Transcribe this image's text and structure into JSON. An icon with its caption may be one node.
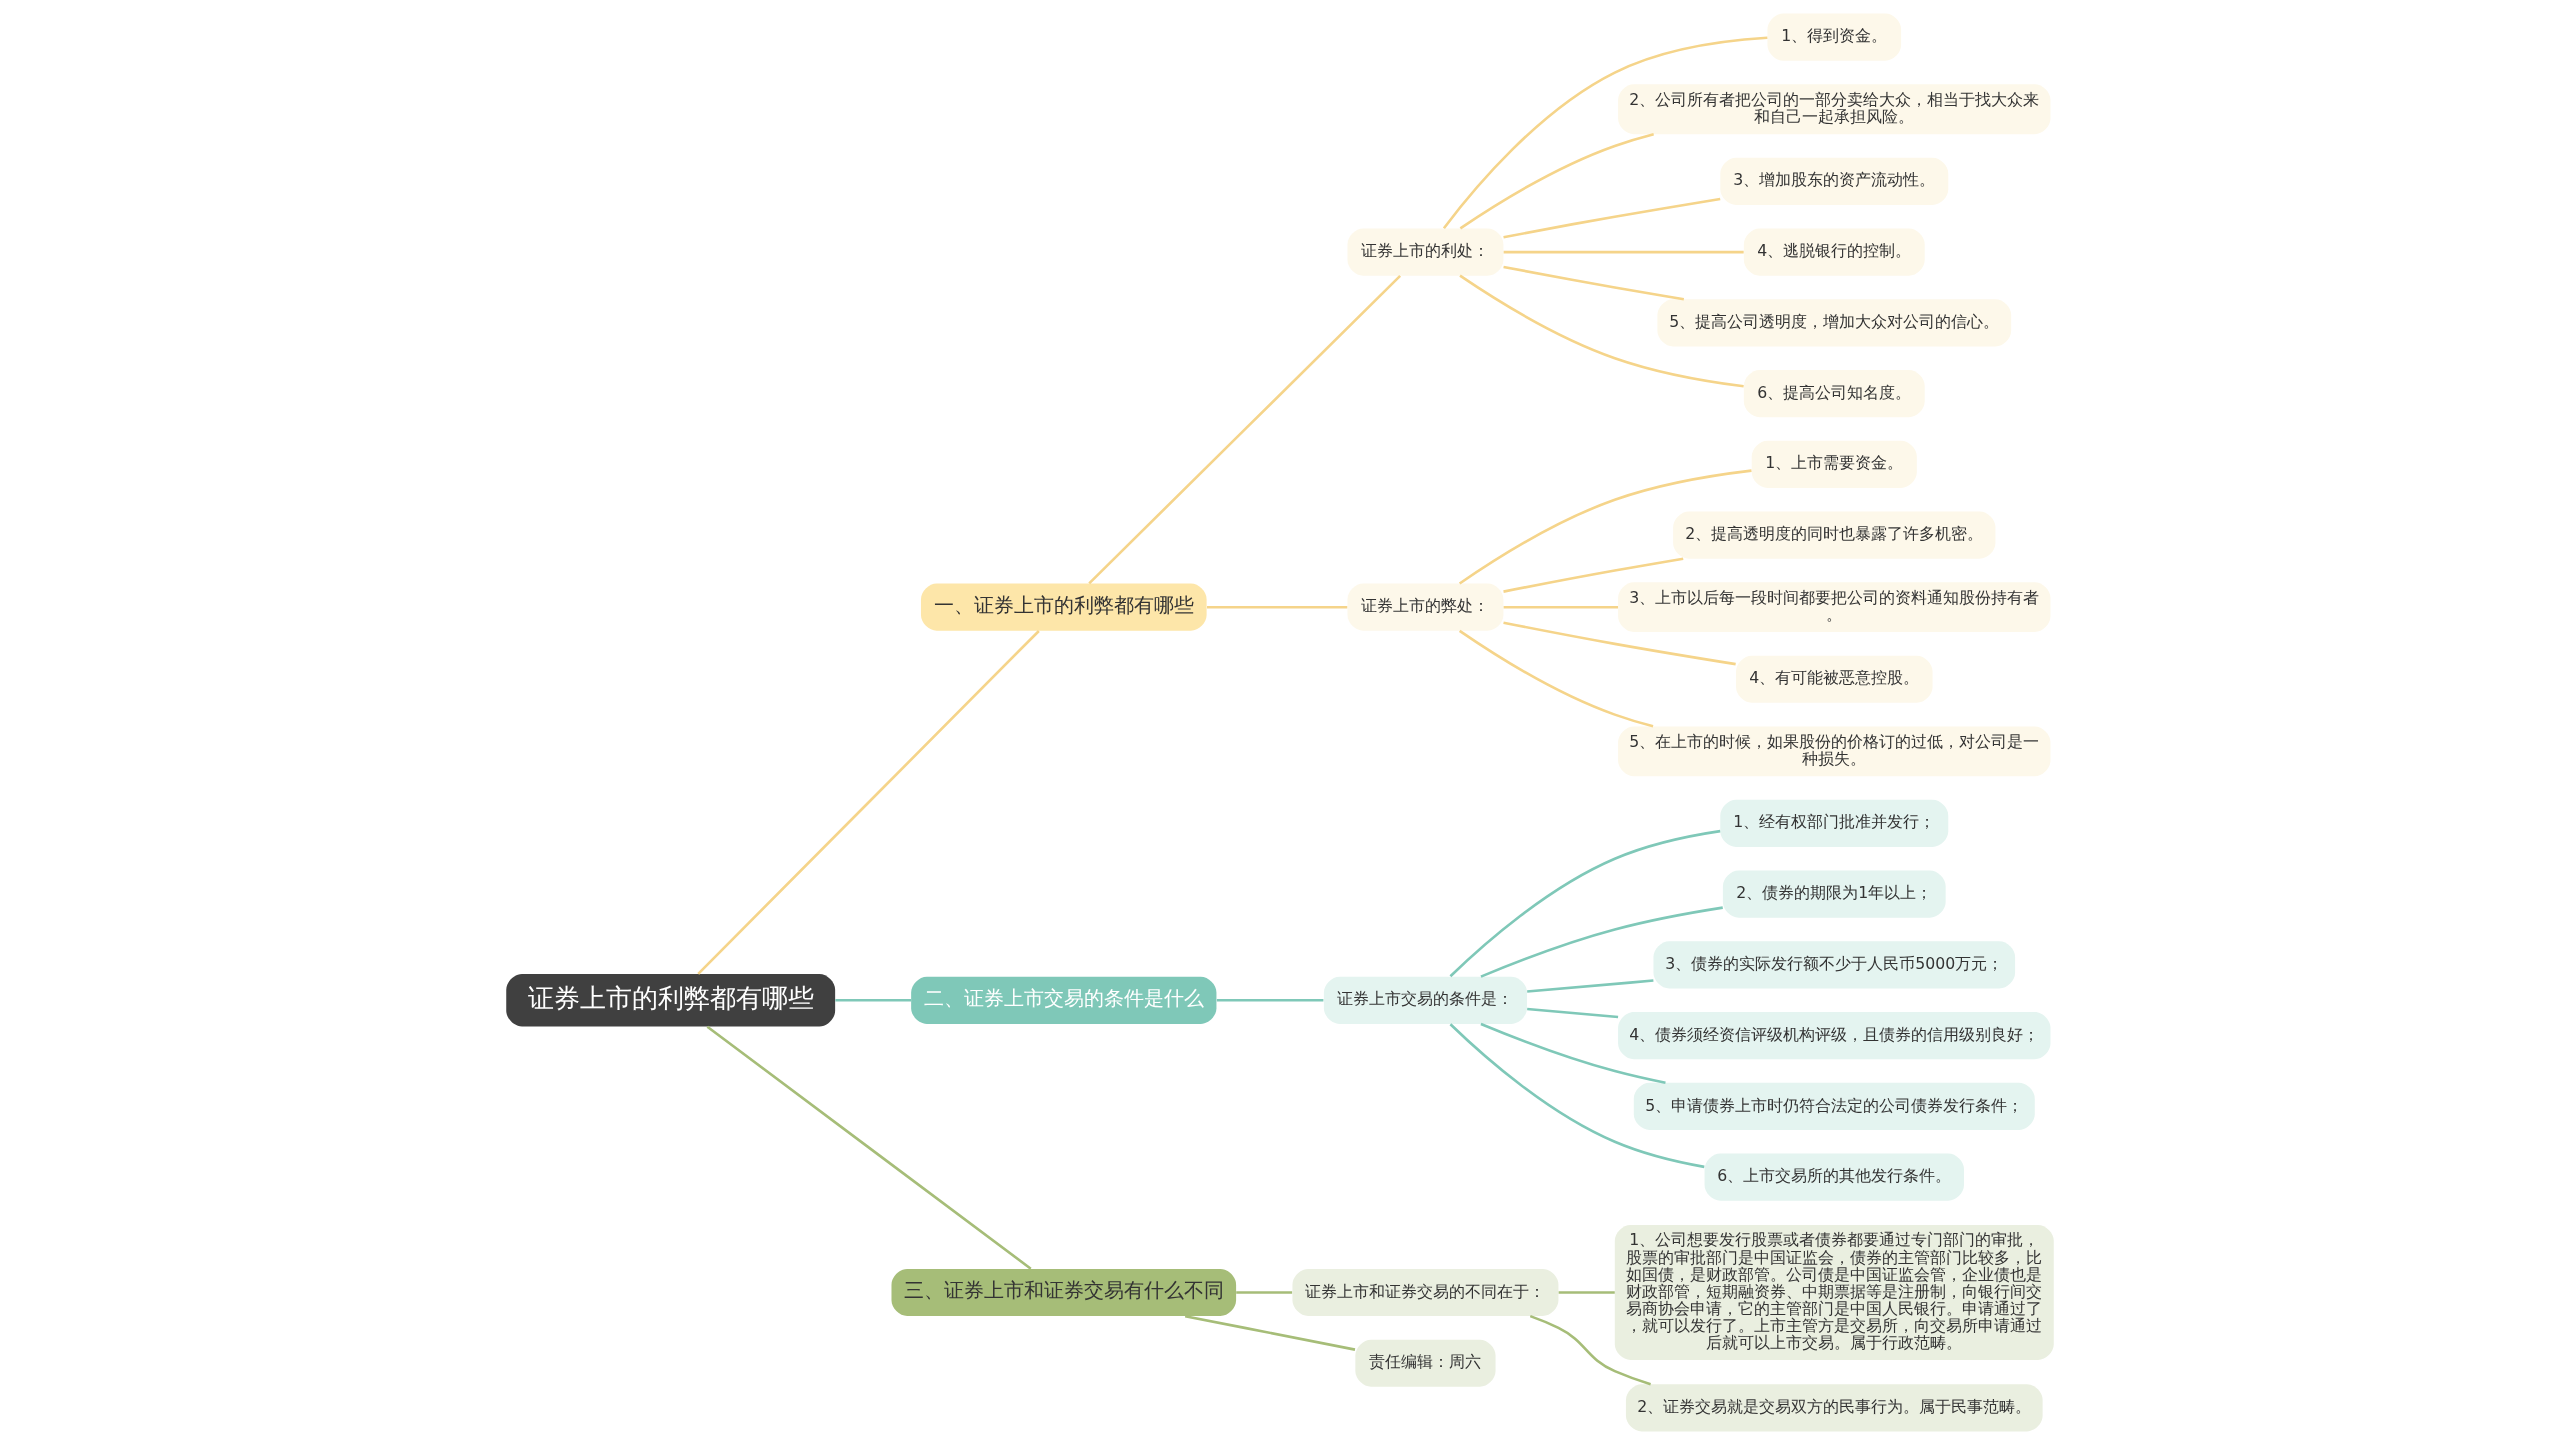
{
  "diagram": {
    "nodes": [
      {
        "text": [
          "证券上市的利弊都有哪些"
        ]
      },
      {
        "text": [
          "一、证券上市的利弊都有哪些"
        ]
      },
      {
        "text": [
          "证券上市的利处："
        ]
      },
      {
        "text": [
          "1、得到资金。"
        ]
      },
      {
        "text": [
          "2、公司所有者把公司的一部分卖给大众，相当于找大众来和自己一起承担风险。"
        ]
      },
      {
        "text": [
          "3、增加股东的资产流动性。"
        ]
      },
      {
        "text": [
          "4、逃脱银行的控制。"
        ]
      },
      {
        "text": [
          "5、提高公司透明度，增加大众对公司的信心。"
        ]
      },
      {
        "text": [
          "6、提高公司知名度。"
        ]
      },
      {
        "text": [
          "证券上市的弊处："
        ]
      },
      {
        "text": [
          "1、上市需要资金。"
        ]
      },
      {
        "text": [
          "2、提高透明度的同时也暴露了许多机密。"
        ]
      },
      {
        "text": [
          "3、上市以后每一段时间都要把公司的资料通知股份持有者。"
        ]
      },
      {
        "text": [
          "4、有可能被恶意控股。"
        ]
      },
      {
        "text": [
          "5、在上市的时候，如果股份的价格订的过低，对公司是一种损失。"
        ]
      },
      {
        "text": [
          "二、证券上市交易的条件是什么"
        ]
      },
      {
        "text": [
          "证券上市交易的条件是："
        ]
      },
      {
        "text": [
          "1、经有权部门批准并发行；"
        ]
      },
      {
        "text": [
          "2、债券的期限为1年以上；"
        ]
      },
      {
        "text": [
          "3、债券的实际发行额不少于人民币5000万元；"
        ]
      },
      {
        "text": [
          "4、债券须经资信评级机构评级，且债券的信用级别良好；"
        ]
      },
      {
        "text": [
          "5、申请债券上市时仍符合法定的公司债券发行条件；"
        ]
      },
      {
        "text": [
          "6、上市交易所的其他发行条件。"
        ]
      },
      {
        "text": [
          "三、证券上市和证券交易有什么不同"
        ]
      },
      {
        "text": [
          "证券上市和证券交易的不同在于："
        ]
      },
      {
        "text": [
          "1、公司想要发行股票或者债券都要通过专门部门的审批，股票的审批部门是中国证监会，债券的主管部门比较多，比如国债，是财政部管。公司债是中国证监会管，企业债也是财政部管，短期融资券、中期票据等是注册制，向银行间交易商协会申请，它的主管部门是中国人民银行。申请通过了，就可以发行了。上市主管方是交易所，向交易所申请通过后就可以上市交易。属于行政范畴。"
        ]
      },
      {
        "text": [
          "2、证券交易就是交易双方的民事行为。属于民事范畴。"
        ]
      },
      {
        "text": [
          "责任编辑：周六"
        ]
      }
    ],
    "edges": [
      {
        "from": 0,
        "to": 1,
        "arrow": "none"
      },
      {
        "from": 1,
        "to": 2,
        "arrow": "none"
      },
      {
        "from": 2,
        "to": 3,
        "arrow": "none"
      },
      {
        "from": 2,
        "to": 4,
        "arrow": "none"
      },
      {
        "from": 2,
        "to": 5,
        "arrow": "none"
      },
      {
        "from": 2,
        "to": 6,
        "arrow": "none"
      },
      {
        "from": 2,
        "to": 7,
        "arrow": "none"
      },
      {
        "from": 2,
        "to": 8,
        "arrow": "none"
      },
      {
        "from": 1,
        "to": 9,
        "arrow": "none"
      },
      {
        "from": 9,
        "to": 10,
        "arrow": "none"
      },
      {
        "from": 9,
        "to": 11,
        "arrow": "none"
      },
      {
        "from": 9,
        "to": 12,
        "arrow": "none"
      },
      {
        "from": 9,
        "to": 13,
        "arrow": "none"
      },
      {
        "from": 9,
        "to": 14,
        "arrow": "none"
      },
      {
        "from": 0,
        "to": 15,
        "arrow": "none",
        "color": "#7fc8b8"
      },
      {
        "from": 15,
        "to": 16,
        "arrow": "none",
        "color": "#7fc8b8"
      },
      {
        "from": 16,
        "to": 17,
        "arrow": "none",
        "color": "#7fc8b8"
      },
      {
        "from": 16,
        "to": 18,
        "arrow": "none",
        "color": "#7fc8b8"
      },
      {
        "from": 16,
        "to": 19,
        "arrow": "none",
        "color": "#7fc8b8"
      },
      {
        "from": 16,
        "to": 20,
        "arrow": "none",
        "color": "#7fc8b8"
      },
      {
        "from": 16,
        "to": 21,
        "arrow": "none",
        "color": "#7fc8b8"
      },
      {
        "from": 16,
        "to": 22,
        "arrow": "none",
        "color": "#7fc8b8"
      },
      {
        "from": 0,
        "to": 23,
        "arrow": "none",
        "color": "#a6bd78"
      },
      {
        "from": 23,
        "to": 24,
        "arrow": "none",
        "color": "#a6bd78"
      },
      {
        "from": 24,
        "to": 25,
        "arrow": "none",
        "color": "#a6bd78"
      },
      {
        "from": 24,
        "to": 26,
        "arrow": "none",
        "color": "#a6bd78"
      },
      {
        "from": 23,
        "to": 27,
        "arrow": "none",
        "color": "#a6bd78"
      }
    ]
  }
}
